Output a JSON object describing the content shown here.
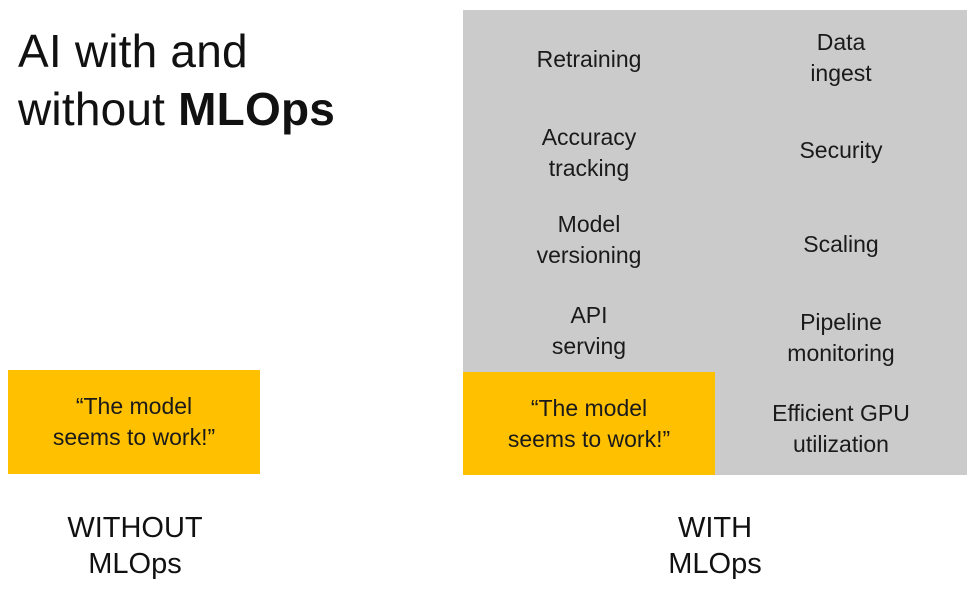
{
  "title": {
    "line1": "AI with and",
    "line2_prefix": "without ",
    "line2_bold": "MLOps"
  },
  "without": {
    "box_text": "“The model\nseems to work!”",
    "caption": "WITHOUT\nMLOps"
  },
  "with": {
    "left_items": [
      "Retraining",
      "Accuracy\ntracking",
      "Model\nversioning",
      "API\nserving"
    ],
    "right_items": [
      "Data\ningest",
      "Security",
      "Scaling",
      "Pipeline\nmonitoring",
      "Efficient GPU\nutilization"
    ],
    "box_text": "“The model\nseems to work!”",
    "caption": "WITH\nMLOps"
  },
  "colors": {
    "accent_yellow": "#FFC000",
    "panel_gray": "#CCCBCB"
  }
}
